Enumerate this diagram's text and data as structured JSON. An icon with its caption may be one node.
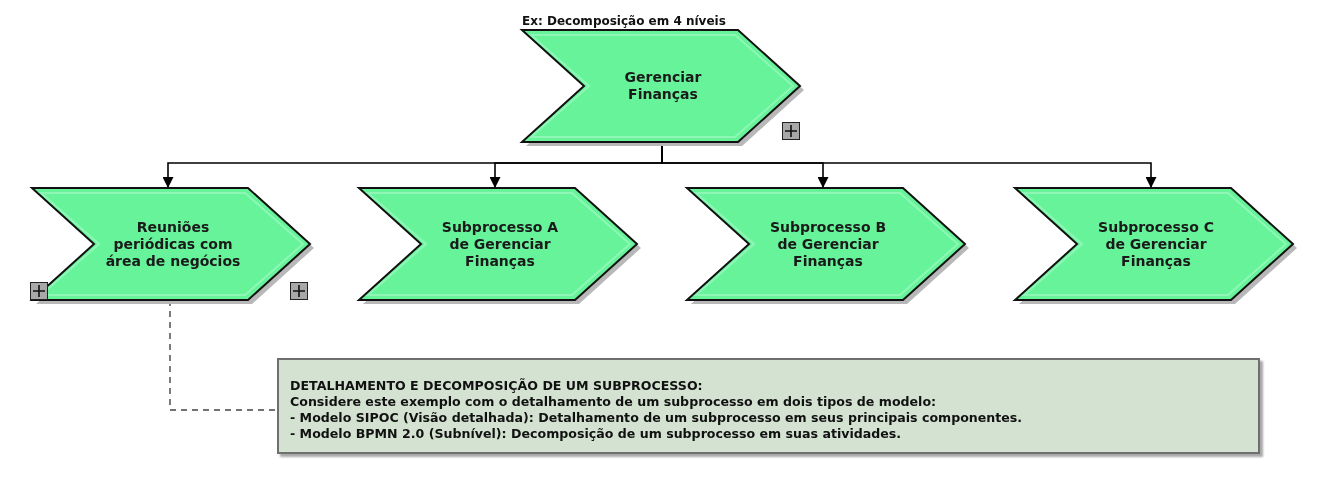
{
  "diagram": {
    "title": "Ex: Decomposição em 4 níveis",
    "nodes": [
      {
        "text": [
          "Gerenciar Finanças"
        ]
      },
      {
        "text": [
          "Reuniões periódicas com área de negócios"
        ]
      },
      {
        "text": [
          "Subprocesso A de Gerenciar Finanças"
        ]
      },
      {
        "text": [
          "Subprocesso B de Gerenciar Finanças"
        ]
      },
      {
        "text": [
          "Subprocesso C de Gerenciar Finanças"
        ]
      },
      {
        "text": [
          "DETALHAMENTO E DECOMPOSIÇÃO DE UM SUBPROCESSO:",
          "Considere este exemplo com o detalhamento de um subprocesso em dois tipos de modelo:",
          "- Modelo SIPOC (Visão detalhada): Detalhamento de um subprocesso em seus principais componentes.",
          "- Modelo BPMN 2.0 (Subnível): Decomposição de um subprocesso em suas atividades."
        ]
      }
    ],
    "edges": [
      {
        "from": 0,
        "to": 1,
        "arrow": "to"
      },
      {
        "from": 0,
        "to": 2,
        "arrow": "to"
      },
      {
        "from": 0,
        "to": 3,
        "arrow": "to"
      },
      {
        "from": 0,
        "to": 4,
        "arrow": "to"
      },
      {
        "from": 1,
        "to": 5,
        "arrow": "none",
        "style": "dashed"
      }
    ]
  }
}
